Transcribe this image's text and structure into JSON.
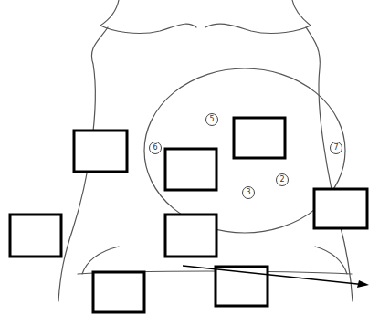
{
  "diagram": {
    "labels": [
      "5",
      "6",
      "7",
      "2",
      "3"
    ]
  }
}
